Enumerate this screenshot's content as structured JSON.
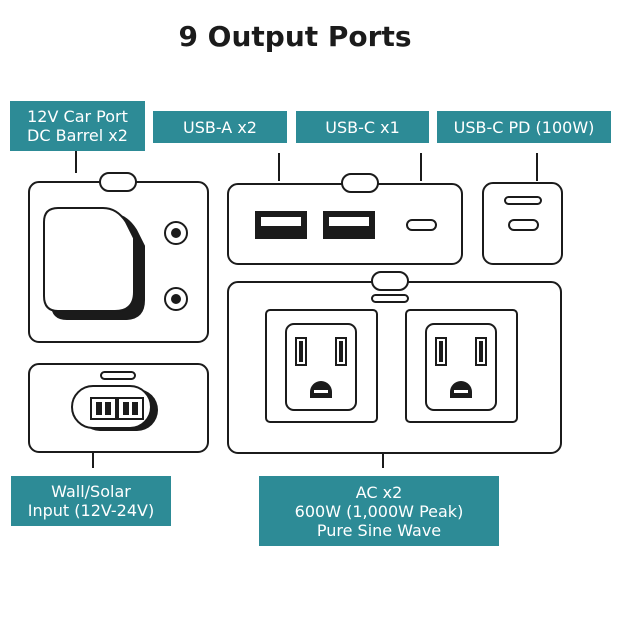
{
  "title": "9 Output Ports",
  "labels": {
    "car_port": [
      "12V Car Port",
      "DC Barrel x2"
    ],
    "usb_a": "USB-A x2",
    "usb_c": "USB-C x1",
    "usb_c_pd": "USB-C PD (100W)",
    "wall_solar": [
      "Wall/Solar",
      "Input (12V-24V)"
    ],
    "ac": [
      "AC x2",
      "600W (1,000W Peak)",
      "Pure Sine Wave"
    ]
  },
  "colors": {
    "label_bg": "#2d8b96",
    "label_text": "#ffffff",
    "line": "#1b1b1b",
    "fill": "#ffffff"
  }
}
